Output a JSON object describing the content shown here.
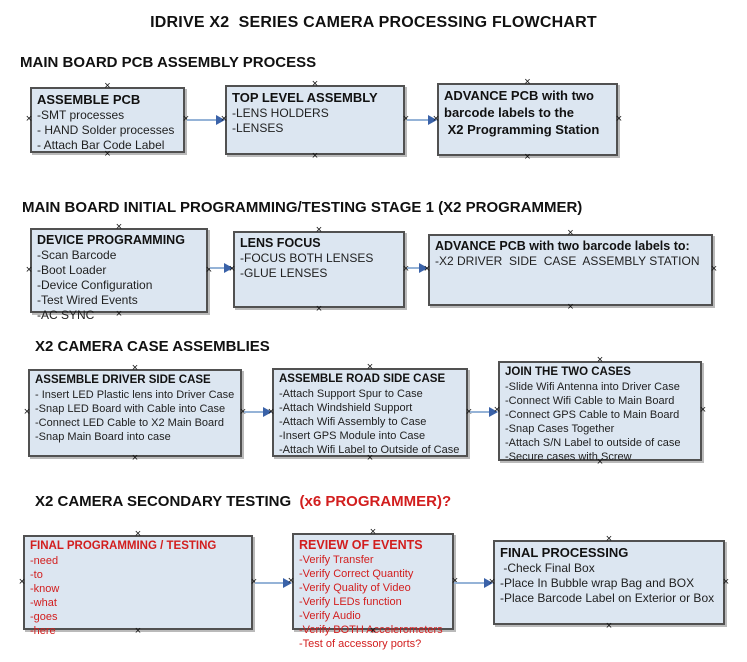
{
  "title": "IDRIVE X2  SERIES CAMERA PROCESSING FLOWCHART",
  "colors": {
    "box_fill": "#dce6f1",
    "box_border": "#515151",
    "red_text": "#d21e1e",
    "arrow_line": "#95b3d7",
    "arrow_head": "#3a62a8"
  },
  "icons": {
    "anchor": "x-mark-connection-point",
    "flow_arrow": "right-arrow"
  },
  "sections": [
    {
      "header": "MAIN BOARD PCB ASSEMBLY PROCESS",
      "header_accent": "",
      "boxes": [
        {
          "title": "ASSEMBLE PCB",
          "items": [
            "-SMT processes",
            "- HAND Solder processes",
            "- Attach Bar Code Label"
          ]
        },
        {
          "title": "TOP LEVEL ASSEMBLY",
          "items": [
            "-LENS HOLDERS",
            "-LENSES"
          ]
        },
        {
          "title": "ADVANCE PCB with two barcode labels to the\n X2 Programming Station",
          "items": []
        }
      ]
    },
    {
      "header": "MAIN BOARD INITIAL PROGRAMMING/TESTING STAGE 1 (X2 PROGRAMMER)",
      "header_accent": "",
      "boxes": [
        {
          "title": "DEVICE PROGRAMMING",
          "items": [
            "-Scan Barcode",
            "-Boot Loader",
            "-Device Configuration",
            "-Test Wired Events",
            "-AC SYNC"
          ]
        },
        {
          "title": "LENS FOCUS",
          "items": [
            "-FOCUS BOTH LENSES",
            "-GLUE LENSES"
          ]
        },
        {
          "title": "ADVANCE PCB with two barcode labels to:",
          "items": [
            "-X2 DRIVER  SIDE  CASE  ASSEMBLY STATION"
          ]
        }
      ]
    },
    {
      "header": "X2 CAMERA CASE ASSEMBLIES",
      "header_accent": "",
      "boxes": [
        {
          "title": "ASSEMBLE DRIVER SIDE CASE",
          "items": [
            "- Insert LED Plastic lens into Driver Case",
            "-Snap LED Board with Cable into Case",
            "-Connect LED Cable to X2 Main Board",
            "-Snap Main Board into case"
          ]
        },
        {
          "title": "ASSEMBLE ROAD SIDE CASE",
          "items": [
            "-Attach Support Spur to Case",
            "-Attach Windshield Support",
            "-Attach Wifi Assembly to Case",
            "-Insert GPS Module into Case",
            "-Attach Wifi Label to Outside of Case"
          ]
        },
        {
          "title": "JOIN THE TWO CASES",
          "items": [
            "-Slide Wifi Antenna into Driver Case",
            "-Connect Wifi Cable to Main Board",
            "-Connect GPS Cable to Main Board",
            "-Snap Cases Together",
            "-Attach S/N Label to outside of case",
            "-Secure cases with Screw"
          ]
        }
      ]
    },
    {
      "header": "X2 CAMERA SECONDARY TESTING ",
      "header_accent": " (x6 PROGRAMMER)?",
      "boxes": [
        {
          "title": "FINAL PROGRAMMING / TESTING",
          "items": [
            "-need",
            "-to",
            "-know",
            "-what",
            "-goes",
            "-here"
          ]
        },
        {
          "title": "REVIEW OF EVENTS",
          "items": [
            "-Verify Transfer",
            "-Verify Correct Quantity",
            "-Verify Quality of Video",
            "-Verify LEDs function",
            "-Verify Audio",
            "-Verify BOTH Accelerometers",
            "-Test of accessory ports?"
          ]
        },
        {
          "title": "FINAL PROCESSING",
          "items": [
            " -Check Final Box",
            "-Place In Bubble wrap Bag and BOX",
            "-Place Barcode Label on Exterior or Box"
          ]
        }
      ]
    }
  ]
}
